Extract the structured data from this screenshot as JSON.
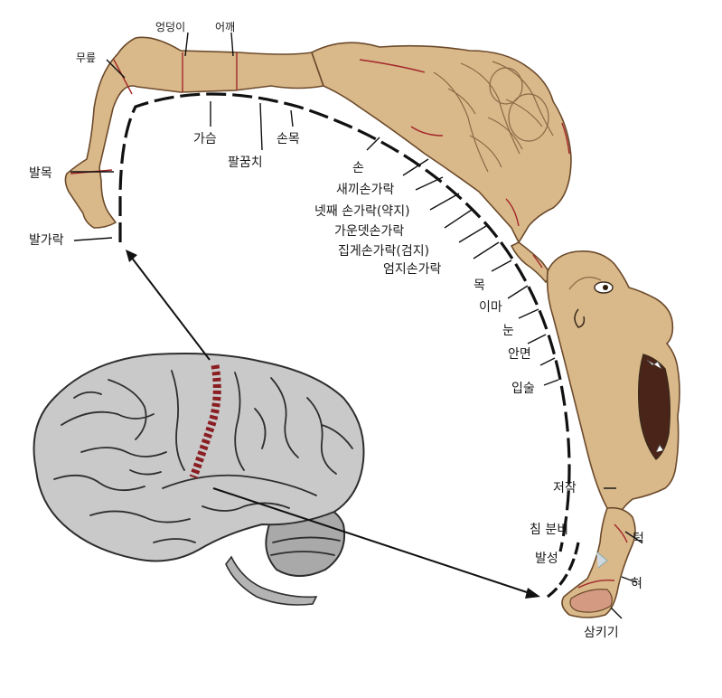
{
  "labels": {
    "knee": "무릎",
    "hip": "엉덩이",
    "shoulder": "어깨",
    "ankle": "발목",
    "toes": "발가락",
    "chest": "가슴",
    "elbow": "팔꿈치",
    "wrist": "손목",
    "hand": "손",
    "little_finger": "새끼손가락",
    "ring_finger": "넷째 손가락(약지)",
    "middle_finger": "가운뎃손가락",
    "index_finger": "집게손가락(검지)",
    "thumb": "엄지손가락",
    "neck": "목",
    "brow": "이마",
    "eye": "눈",
    "face": "안면",
    "lips": "입술",
    "mastication": "저작",
    "jaw": "턱",
    "salivation": "침 분비",
    "vocalization": "발성",
    "tongue": "혀",
    "swallowing": "삼키기"
  },
  "colors": {
    "skin": "#d9b88a",
    "brain": "#c9c9c9",
    "cortex_strip": "#8b1e22",
    "line": "#111111"
  }
}
